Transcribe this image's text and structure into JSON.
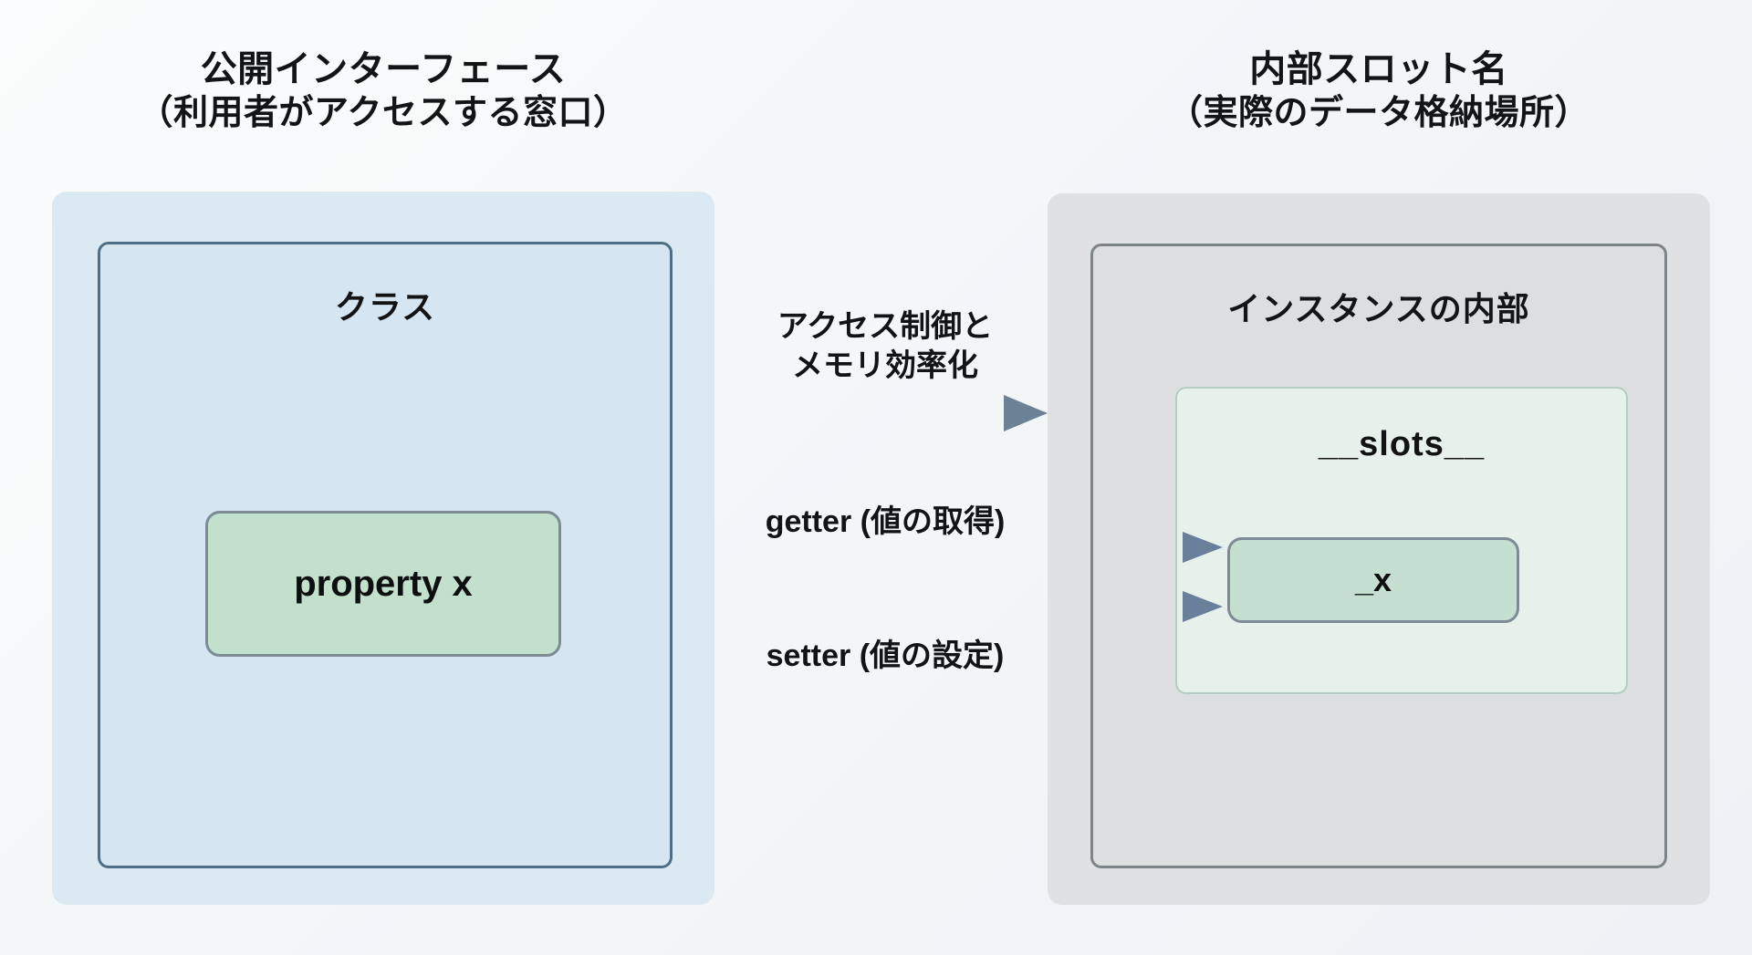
{
  "columns": {
    "left": {
      "title_line1": "公開インターフェース",
      "title_line2": "（利用者がアクセスする窓口）",
      "inner_title": "クラス",
      "node_label": "property x"
    },
    "right": {
      "title_line1": "内部スロット名",
      "title_line2": "（実際のデータ格納場所）",
      "inner_title": "インスタンスの内部",
      "slots_title": "__slots__",
      "node_label": "_x"
    }
  },
  "arrows": {
    "top": {
      "label_line1": "アクセス制御と",
      "label_line2": "メモリ効率化"
    },
    "getter": {
      "label": "getter (値の取得)"
    },
    "setter": {
      "label": "setter (値の設定)"
    }
  },
  "colors": {
    "background": "#f4f7f8",
    "panel_public_bg": "#dbeaf2",
    "panel_internal_bg": "#e0e1e3",
    "box_class_bg": "#d5e6f2",
    "box_class_border": "#4e6e86",
    "box_instance_bg": "#dcdee0",
    "box_instance_border": "#7d8488",
    "slots_bg": "#e7f1ec",
    "slots_border": "#b6cdc3",
    "node_green_bg": "#c3e0cd",
    "node_green_border": "#7c8b94",
    "arrow_start": "#9ec8b4",
    "arrow_end": "#6b8296",
    "text": "#121416"
  }
}
